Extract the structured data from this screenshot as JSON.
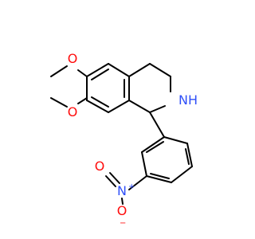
{
  "structure": {
    "atoms": {
      "o_top": {
        "text": "O",
        "color": "#ff0d0d"
      },
      "o_left": {
        "text": "O",
        "color": "#ff0d0d"
      },
      "nh": {
        "text": "NH",
        "color": "#3050f8"
      },
      "n_nitro": {
        "text": "N",
        "color": "#3050f8",
        "charge": "+"
      },
      "o_nitro_top": {
        "text": "O",
        "color": "#ff0d0d"
      },
      "o_nitro_bottom": {
        "text": "O",
        "color": "#ff0d0d",
        "charge": "−"
      }
    }
  }
}
